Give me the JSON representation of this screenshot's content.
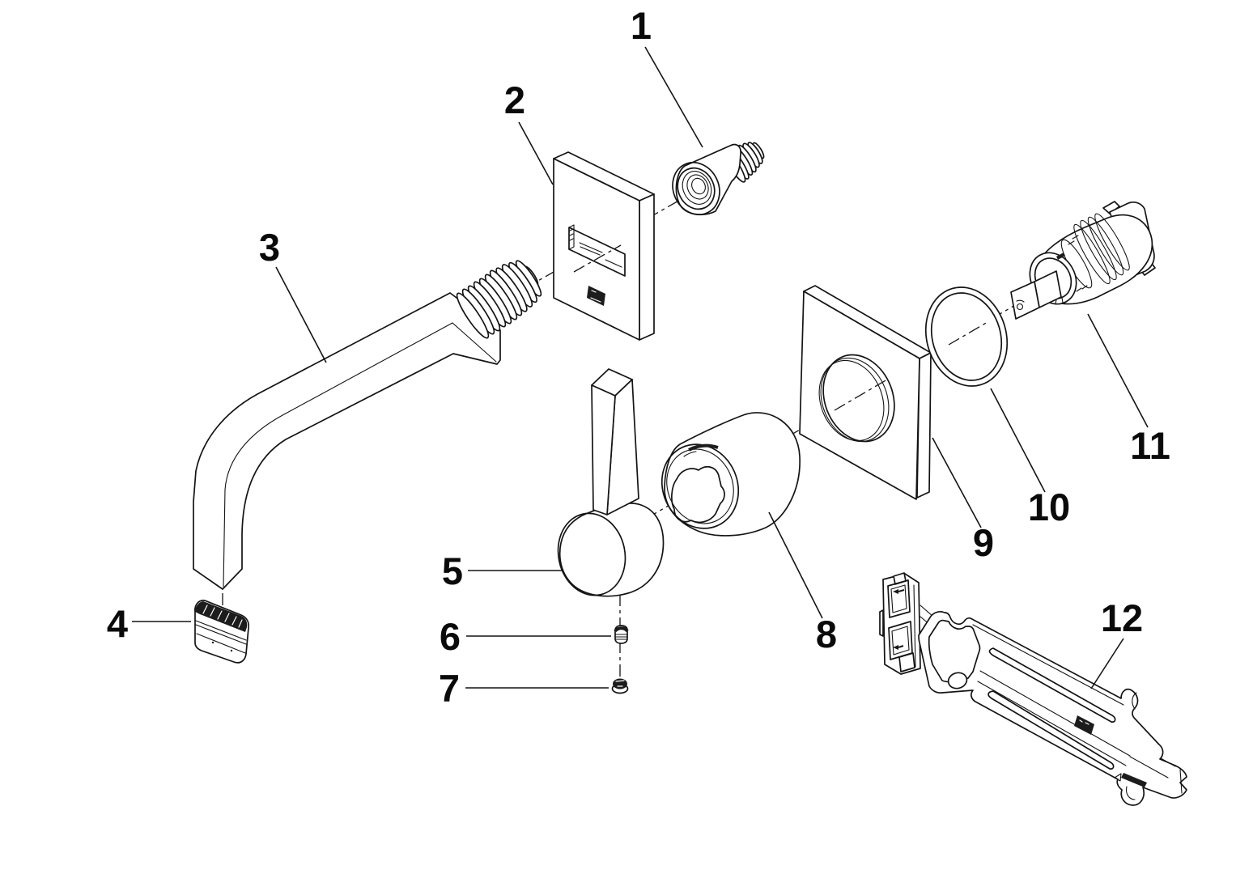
{
  "diagram": {
    "type": "exploded-parts-diagram",
    "background": "#ffffff",
    "line_color": "#141414",
    "callouts": [
      {
        "label": "1",
        "part": "threaded-adapter"
      },
      {
        "label": "2",
        "part": "spout-escutcheon-plate"
      },
      {
        "label": "3",
        "part": "spout"
      },
      {
        "label": "4",
        "part": "aerator-insert"
      },
      {
        "label": "5",
        "part": "lever-handle"
      },
      {
        "label": "6",
        "part": "set-screw"
      },
      {
        "label": "7",
        "part": "screw"
      },
      {
        "label": "8",
        "part": "handle-sleeve"
      },
      {
        "label": "9",
        "part": "valve-escutcheon-plate"
      },
      {
        "label": "10",
        "part": "o-ring"
      },
      {
        "label": "11",
        "part": "cartridge"
      },
      {
        "label": "12",
        "part": "cartridge-wrench"
      }
    ]
  }
}
